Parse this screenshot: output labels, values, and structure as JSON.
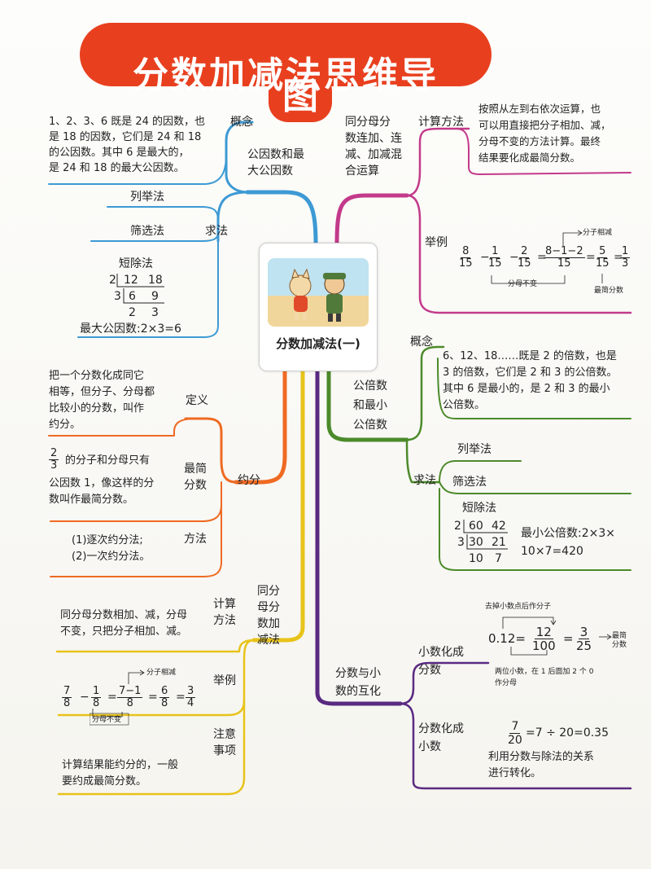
{
  "title": {
    "line1": "分数加减法思维导",
    "line2": "图"
  },
  "center": {
    "label": "分数加减法(一)"
  },
  "colors": {
    "title_bg": "#e8401f",
    "blue": "#3d9ad4",
    "orange": "#ef6a22",
    "yellow": "#e8c31a",
    "magenta": "#c33a8a",
    "green": "#4c8a2a",
    "purple": "#5a2a82"
  },
  "gcf": {
    "branch": "公因数和最\n大公因数",
    "concept_label": "概念",
    "concept_text": "1、2、3、6 既是 24 的因数，也\n是 18 的因数，它们是 24 和 18\n的公因数。其中 6 是最大的，\n是 24 和 18 的最大公因数。",
    "method_label": "求法",
    "m1": "列举法",
    "m2": "筛选法",
    "m3": "短除法",
    "div": {
      "a": "2",
      "b": "12",
      "c": "18",
      "d": "3",
      "e": "6",
      "f": "9",
      "g": "2",
      "h": "3"
    },
    "result": "最大公因数:2×3=6"
  },
  "reduce": {
    "branch": "约分",
    "def_label": "定义",
    "def_text": "把一个分数化成同它\n相等，但分子、分母都\n比较小的分数，叫作\n约分。",
    "simplest_label": "最简\n分数",
    "simplest_frac_n": "2",
    "simplest_frac_d": "3",
    "simplest_text1": "的分子和分母只有",
    "simplest_text2": "公因数 1，像这样的分\n数叫作最简分数。",
    "method_label": "方法",
    "method_text": "(1)逐次约分法;\n(2)一次约分法。"
  },
  "same_denom": {
    "branch": "同分\n母分\n数加\n减法",
    "calc_label": "计算\n方法",
    "calc_text": "同分母分数相加、减，分母\n不变，只把分子相加、减。",
    "example_label": "举例",
    "ex": {
      "a_n": "7",
      "a_d": "8",
      "b_n": "1",
      "b_d": "8",
      "c_n": "7−1",
      "c_d": "8",
      "d_n": "6",
      "d_d": "8",
      "e_n": "3",
      "e_d": "4",
      "top_note": "分子相减",
      "bottom_note": "分母不变"
    },
    "note_label": "注意\n事项",
    "note_text": "计算结果能约分的，一般\n要约成最简分数。"
  },
  "mixed": {
    "branch": "同分母分\n数连加、连\n减、加减混\n合运算",
    "calc_label": "计算方法",
    "calc_text": "按照从左到右依次运算，也\n可以用直接把分子相加、减，\n分母不变的方法计算。最终\n结果要化成最简分数。",
    "example_label": "举例",
    "ex": {
      "a_n": "8",
      "a_d": "15",
      "b_n": "1",
      "b_d": "15",
      "c_n": "2",
      "c_d": "15",
      "d_n": "8−1−2",
      "d_d": "15",
      "e_n": "5",
      "e_d": "15",
      "f_n": "1",
      "f_d": "3",
      "top_note": "分子相减",
      "bottom_note": "分母不变",
      "right_note": "最简分数"
    }
  },
  "lcm": {
    "branch": "公倍数\n和最小\n公倍数",
    "concept_label": "概念",
    "concept_text": "6、12、18……既是 2 的倍数，也是\n3 的倍数，它们是 2 和 3 的公倍数。\n其中 6 是最小的，是 2 和 3 的最小\n公倍数。",
    "method_label": "求法",
    "m1": "列举法",
    "m2": "筛选法",
    "m3": "短除法",
    "div": {
      "a": "2",
      "b": "60",
      "c": "42",
      "d": "3",
      "e": "30",
      "f": "21",
      "g": "10",
      "h": "7"
    },
    "result": "最小公倍数:2×3×\n10×7=420"
  },
  "convert": {
    "branch": "分数与小\n数的互化",
    "d2f_label": "小数化成\n分数",
    "d2f_top": "去掉小数点后作分子",
    "d2f_dec": "0.12=",
    "d2f_f1_n": "12",
    "d2f_f1_d": "100",
    "d2f_f2_n": "3",
    "d2f_f2_d": "25",
    "d2f_right": "最简\n分数",
    "d2f_bottom": "两位小数，在 1 后面加 2 个 0\n作分母",
    "f2d_label": "分数化成\n小数",
    "f2d_n": "7",
    "f2d_d": "20",
    "f2d_eq": "=7 ÷ 20=0.35",
    "f2d_text": "利用分数与除法的关系\n进行转化。"
  }
}
